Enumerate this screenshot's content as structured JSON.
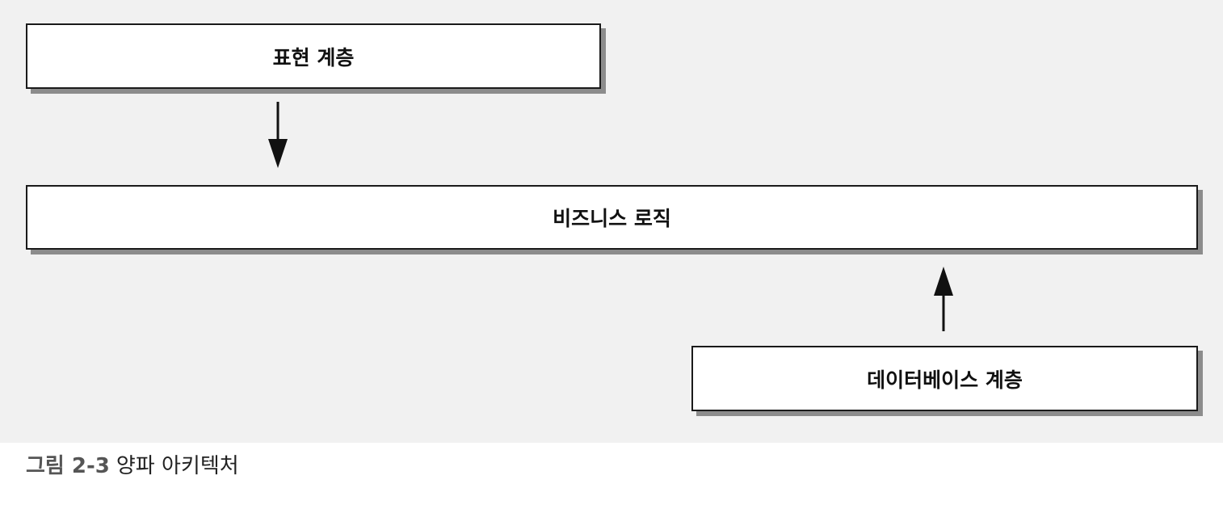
{
  "diagram": {
    "boxes": {
      "presentation": "표현 계층",
      "business": "비즈니스 로직",
      "database": "데이터베이스 계층"
    },
    "arrows": [
      {
        "from": "presentation",
        "to": "business"
      },
      {
        "from": "database",
        "to": "business"
      }
    ]
  },
  "caption": {
    "label": "그림 2-3",
    "title": "양파 아키텍처"
  }
}
